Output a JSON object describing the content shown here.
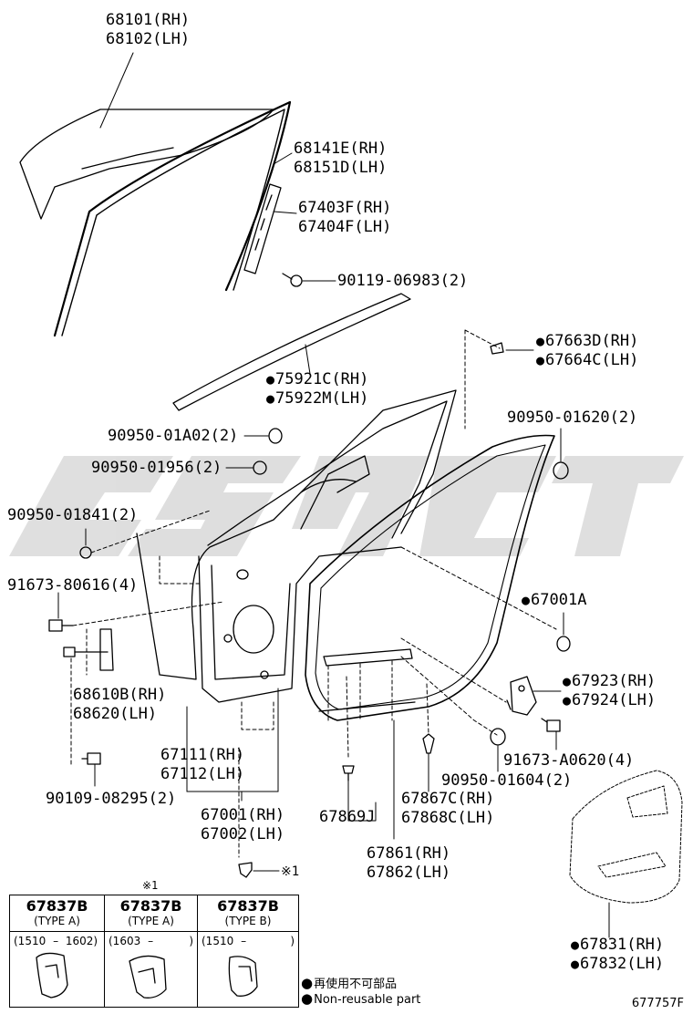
{
  "labels": {
    "glass": [
      "68101(RH)",
      "68102(LH)"
    ],
    "run": [
      "68141E(RH)",
      "68151D(LH)"
    ],
    "channel": [
      "67403F(RH)",
      "67404F(LH)"
    ],
    "bolt1": "90119-06983(2)",
    "wstrip": [
      "67663D(RH)",
      "67664C(LH)"
    ],
    "belt": [
      "75921C(RH)",
      "75922M(LH)"
    ],
    "plug1": "90950-01A02(2)",
    "plug2": "90950-01620(2)",
    "plug3": "90950-01956(2)",
    "plug4": "90950-01841(2)",
    "bolt2": "91673-80616(4)",
    "clip1": "67001A",
    "hinge": [
      "68610B(RH)",
      "68620(LH)"
    ],
    "bracket": [
      "67923(RH)",
      "67924(LH)"
    ],
    "seal": [
      "67111(RH)",
      "67112(LH)"
    ],
    "bolt3": "91673-A0620(4)",
    "plug5": "90950-01604(2)",
    "bolt4": "90109-08295(2)",
    "clip2": [
      "67867C(RH)",
      "67868C(LH)"
    ],
    "panel": [
      "67001(RH)",
      "67002(LH)"
    ],
    "clip3": "67869J",
    "wstrip2": [
      "67861(RH)",
      "67862(LH)"
    ],
    "note_mark": "※1",
    "cover": [
      "67831(RH)",
      "67832(LH)"
    ]
  },
  "table": {
    "header_mark": "※1",
    "columns": [
      {
        "part": "67837B",
        "type": "(TYPE A)",
        "range": [
          "(1510",
          "1602)"
        ]
      },
      {
        "part": "67837B",
        "type": "(TYPE A)",
        "range": [
          "(1603",
          ")"
        ]
      },
      {
        "part": "67837B",
        "type": "(TYPE B)",
        "range": [
          "(1510",
          ")"
        ]
      }
    ]
  },
  "legend": {
    "line1": "再使用不可部品",
    "line2": "Non-reusable part"
  },
  "diagram_code": "677757F"
}
